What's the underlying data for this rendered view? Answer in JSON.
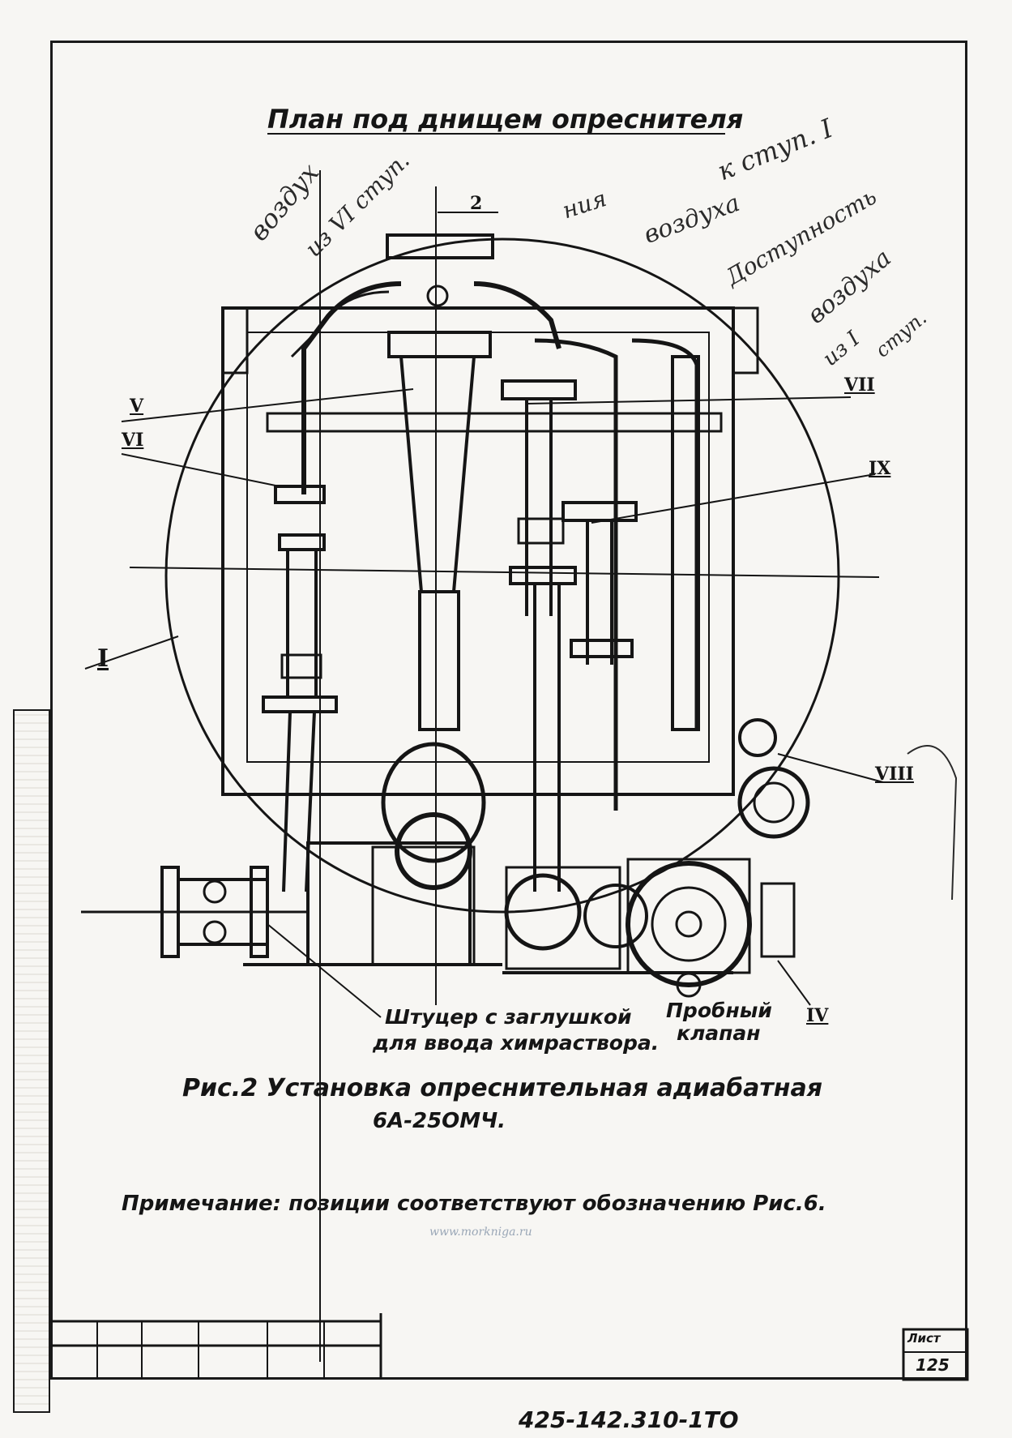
{
  "drawing": {
    "plan_title": "План под днищем опреснителя",
    "figure_caption_line1": "Рис.2 Установка опреснительная адиабатная",
    "figure_caption_line2": "6А-25ОМЧ.",
    "note": "Примечание: позиции соответствуют обозначению Рис.6.",
    "callout_fitting_line1": "Штуцер с заглушкой",
    "callout_fitting_line2": "для ввода химраствора.",
    "callout_valve_line1": "Пробный",
    "callout_valve_line2": "клапан",
    "drawing_number": "425-142.310-1ТО",
    "sheet_label": "Лист",
    "sheet_number": "125",
    "watermark": "www.morkniga.ru"
  },
  "position_labels": {
    "I": "I",
    "II": "2",
    "IV": "IV",
    "V": "V",
    "VI": "VI",
    "VII": "VII",
    "VIII": "VIII",
    "IX": "IX"
  },
  "handwritten_notes": {
    "note_a_line1": "воздух",
    "note_a_line2": "из VI ступ.",
    "note_b_line1": "ния",
    "note_b_line2": "воздуха",
    "note_b_line3": "к ступ. I",
    "note_c": "Доступность",
    "note_d_line1": "воздуха",
    "note_d_line2": "из I",
    "note_d_line3": "ступ."
  },
  "colors": {
    "ink": "#151515",
    "paper": "#f7f6f3",
    "pencil": "#2a2a2a"
  }
}
